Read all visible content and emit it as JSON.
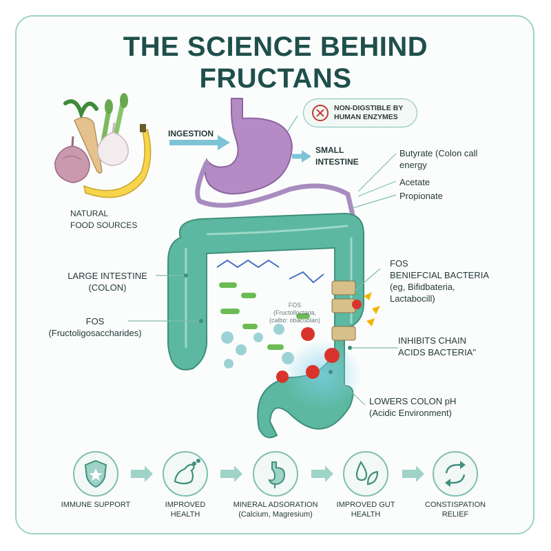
{
  "title": {
    "line1": "THE SCIENCE BEHIND",
    "line2": "FRUCTANS"
  },
  "food": {
    "label_line1": "NATURAL",
    "label_line2": "FOOD SOURCES",
    "icons": [
      "asparagus-icon",
      "parsnip-icon",
      "garlic-icon",
      "onion-icon",
      "banana-icon"
    ]
  },
  "flow": {
    "ingestion": "INGESTION",
    "small_intestine_line1": "SMALL",
    "small_intestine_line2": "INTESTINE"
  },
  "badge": {
    "line1": "NON-DIGSTIBLE BY",
    "line2": "HUMAN ENZYMES"
  },
  "scfa": {
    "butyrate_line1": "Butyrate (Colon call",
    "butyrate_line2": "energy",
    "acetate": "Acetate",
    "propionate": "Propionate"
  },
  "colon": {
    "large_line1": "LARGE INTESTINE",
    "large_line2": "(COLON)",
    "fos_left_line1": "FOS",
    "fos_left_line2": "(Fructoligosaccharides)",
    "fos_inner_line1": "FOS",
    "fos_inner_line2": "(Fructolloctaria,",
    "fos_inner_line3": "(calbo: obacuolan)"
  },
  "bacteria": {
    "fos": "FOS",
    "title": "BENIEFCIAL BACTERIA",
    "sub1": "(eg, Bifidbateria,",
    "sub2": "Lactabocill)"
  },
  "inhibits": {
    "line1": "INHIBITS CHAIN",
    "line2": "ACIDS BACTERIA\""
  },
  "ph": {
    "line1": "LOWERS COLON pH",
    "line2": "(Acidic Environment)"
  },
  "benefits": [
    {
      "line1": "IMMUNE SUPPORT",
      "line2": "",
      "icon": "shield-icon"
    },
    {
      "line1": "IMPROVED",
      "line2": "HEALTH",
      "icon": "muscle-arm-icon"
    },
    {
      "line1": "MINERAL ADSORATION",
      "line2": "(Calcium, Magresium)",
      "icon": "stomach-icon"
    },
    {
      "line1": "IMPROVED GUT",
      "line2": "HEALTH",
      "icon": "water-leaf-icon"
    },
    {
      "line1": "CONSTISPATION",
      "line2": "RELIEF",
      "icon": "cycle-arrows-icon"
    }
  ],
  "colors": {
    "accent": "#7fbdb1",
    "title": "#1f4f4b",
    "stomach": "#b48bc4",
    "colon": "#4fae98",
    "arrow": "#7fc3d6",
    "bacteria_red": "#d9342b"
  }
}
